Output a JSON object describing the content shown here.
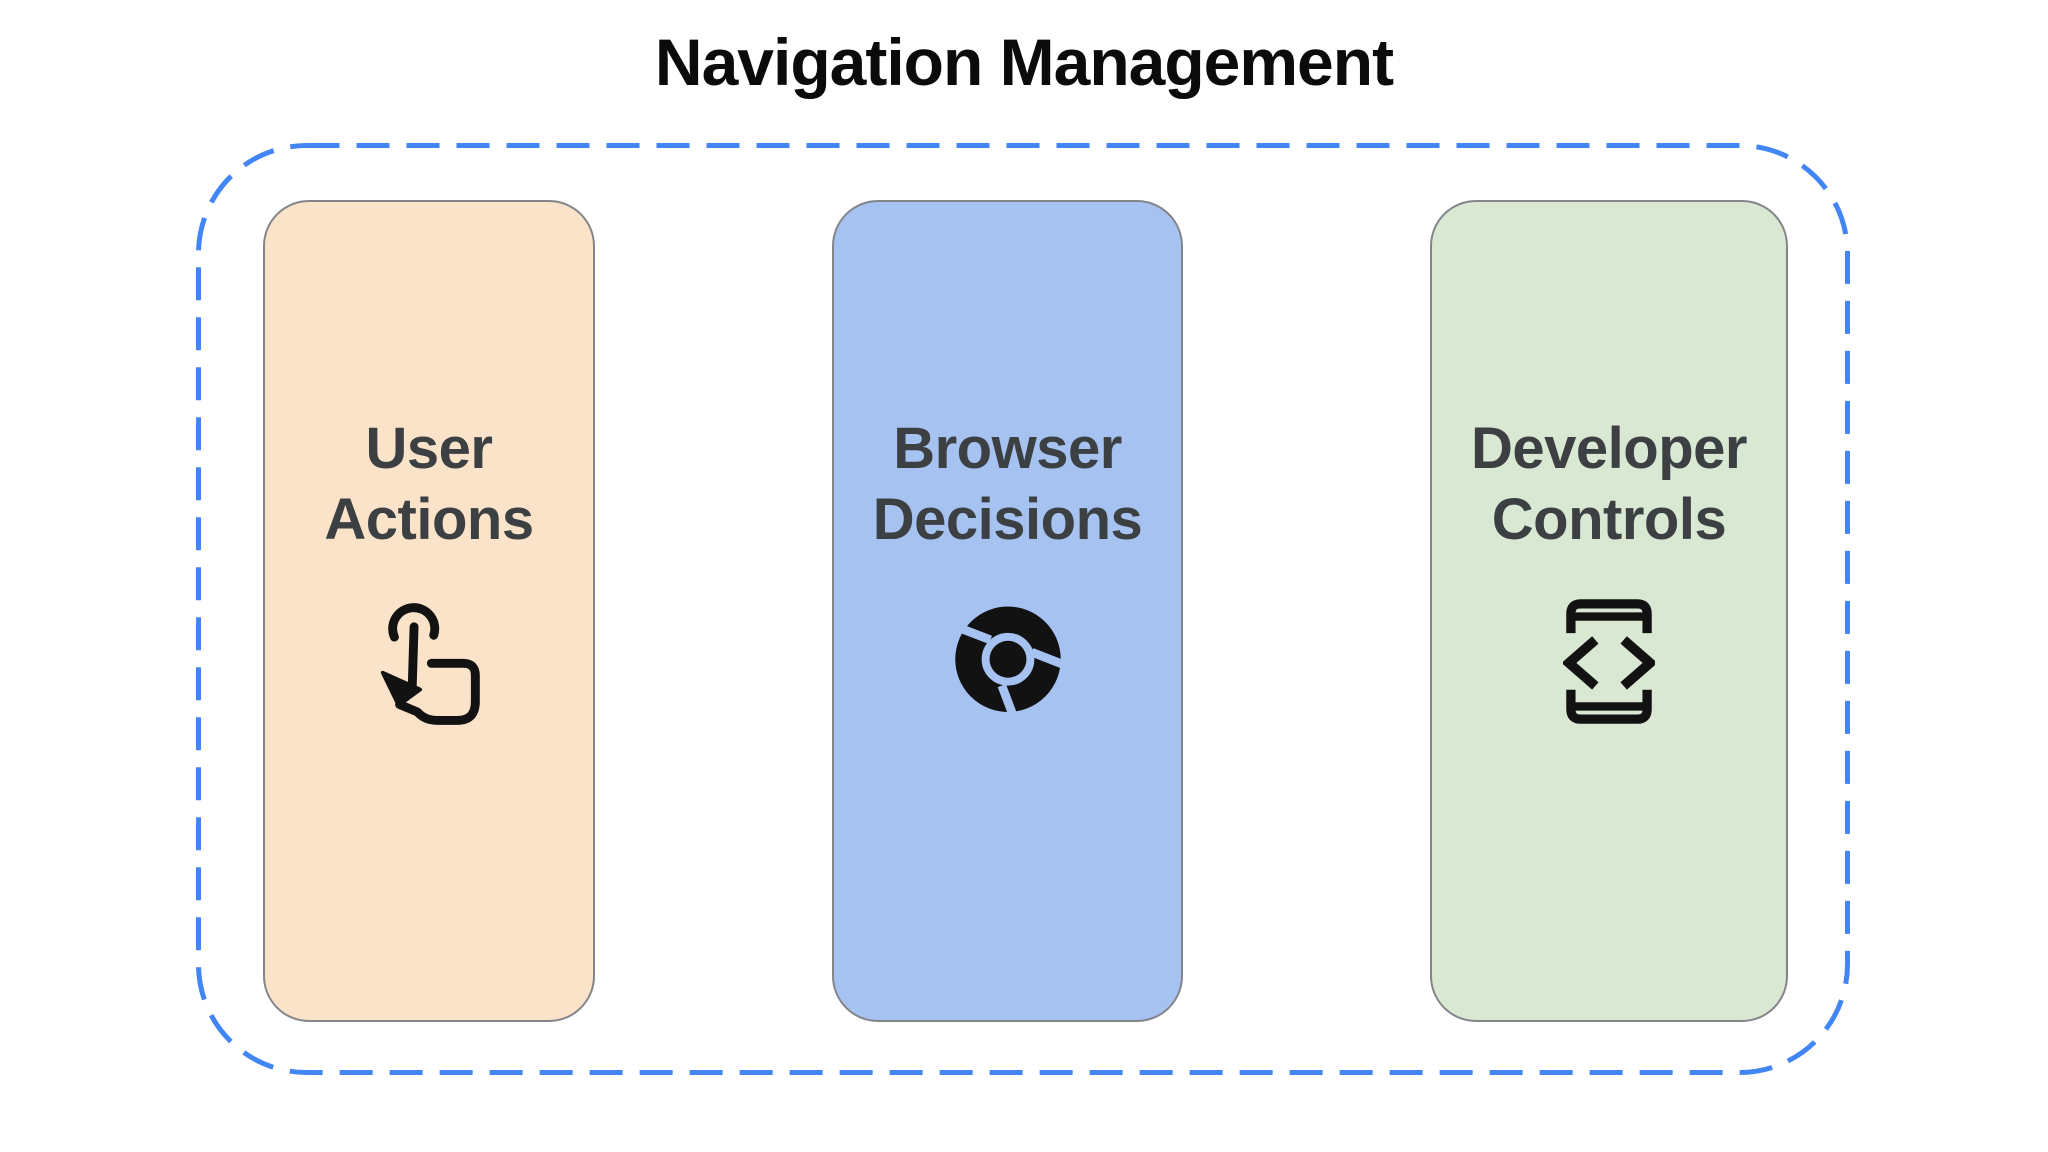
{
  "title": "Navigation Management",
  "boundary": {
    "style": "dashed-rounded-rect",
    "color": "#4285f4"
  },
  "colors": {
    "background": "#ffffff",
    "title_text": "#0b0b0b",
    "label_text": "#3c4043",
    "card_border": "#83858a",
    "icon": "#121212",
    "dashed_border": "#4285f4"
  },
  "cards": [
    {
      "label": "User Actions",
      "icon": "touch-tap-icon",
      "bg": "#fae3c8"
    },
    {
      "label": "Browser Decisions",
      "icon": "chrome-logo-icon",
      "bg": "#a5c2f0"
    },
    {
      "label": "Developer Controls",
      "icon": "developer-mode-icon",
      "bg": "#d8e8d2"
    }
  ]
}
